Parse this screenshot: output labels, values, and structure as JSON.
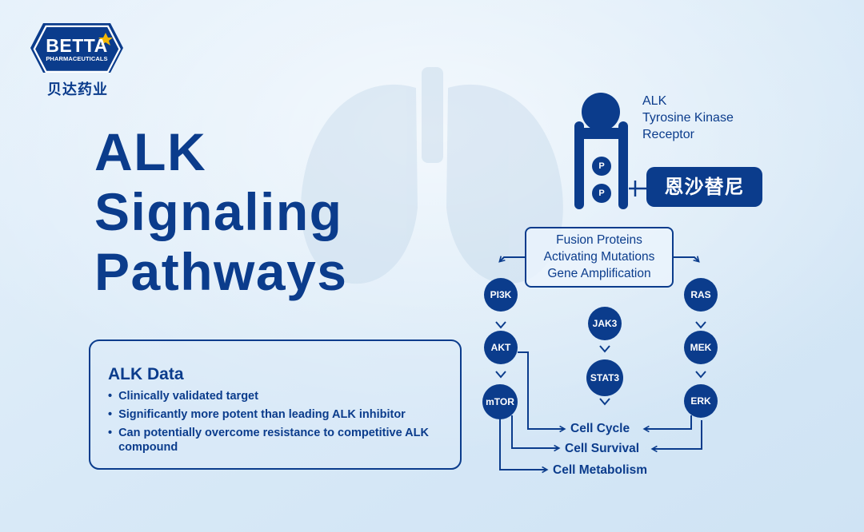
{
  "logo": {
    "brand": "BETTA",
    "subtitle": "PHARMACEUTICALS",
    "chinese_name": "贝达药业"
  },
  "title_lines": [
    "ALK",
    "Signaling",
    "Pathways"
  ],
  "data_box": {
    "heading": "ALK Data",
    "bullet_char": "•",
    "bullets": [
      "Clinically validated target",
      "Significantly more potent than leading ALK inhibitor",
      "Can potentially overcome resistance to competitive ALK compound"
    ]
  },
  "receptor": {
    "label_lines": [
      "ALK",
      "Tyrosine Kinase",
      "Receptor"
    ],
    "phospho_label": "P"
  },
  "drug": {
    "name": "恩沙替尼"
  },
  "activation": {
    "lines": [
      "Fusion Proteins",
      "Activating Mutations",
      "Gene Amplification"
    ]
  },
  "nodes": {
    "pi3k": "PI3K",
    "akt": "AKT",
    "mtor": "mTOR",
    "jak3": "JAK3",
    "stat3": "STAT3",
    "ras": "RAS",
    "mek": "MEK",
    "erk": "ERK"
  },
  "outcomes": {
    "cycle": "Cell Cycle",
    "survival": "Cell Survival",
    "metabolism": "Cell Metabolism"
  },
  "colors": {
    "primary": "#0b3c8c",
    "background": "#dcecf8",
    "accent_gold": "#f2b705"
  }
}
